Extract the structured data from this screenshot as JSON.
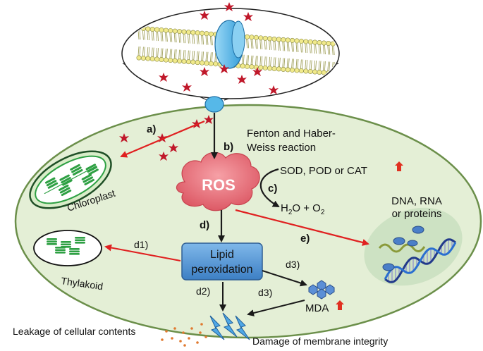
{
  "labels": {
    "a": "a)",
    "b": "b)",
    "c": "c)",
    "d": "d)",
    "d1": "d1)",
    "d2": "d2)",
    "d3_upper": "d3)",
    "d3_lower": "d3)",
    "e": "e)",
    "fenton_line1": "Fenton and Haber-",
    "fenton_line2": "Weiss reaction",
    "ros": "ROS",
    "enzymes": "SOD, POD or CAT",
    "products_h2o": "H",
    "products_sub2": "2",
    "products_mid": "O + O",
    "products_sub2b": "2",
    "dna_line1": "DNA, RNA",
    "dna_line2": "or proteins",
    "chloroplast": "Chloroplast",
    "thylakoid": "Thylakoid",
    "lipid_line1": "Lipid",
    "lipid_line2": "peroxidation",
    "mda": "MDA",
    "leakage": "Leakage of cellular contents",
    "damage": "Damage of membrane integrity"
  },
  "colors": {
    "cell_fill": "#e4efd6",
    "cell_stroke": "#6b8f4a",
    "ros_cloud": "#e8707a",
    "lipid_box": "#5b9bd5",
    "red_arrow": "#e02020",
    "black_arrow": "#1a1a1a",
    "ros_star": "#c0182a",
    "channel_blue": "#56b8e8",
    "chloroplast_green": "#2ea043",
    "up_arrow": "#e03020"
  },
  "icons": {
    "up": "up-arrow-icon",
    "star": "ros-star-icon"
  }
}
